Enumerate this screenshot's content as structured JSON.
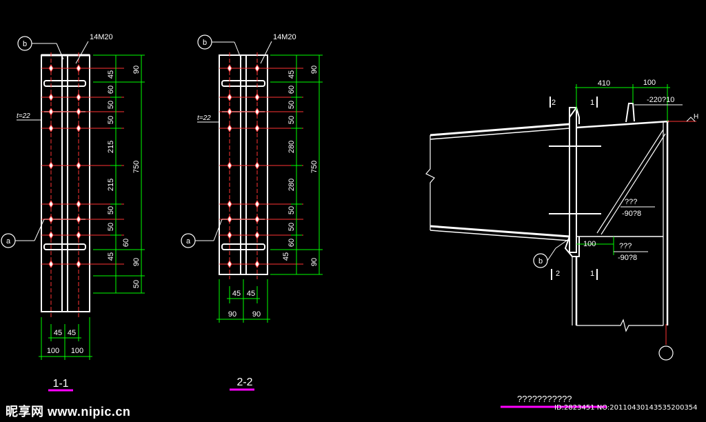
{
  "section_1": {
    "title": "1-1",
    "bolt_label": "14M20",
    "thickness_label": "t=22",
    "callout_b": "b",
    "callout_a": "a",
    "vertical_dims_outer": [
      "90",
      "750",
      "90",
      "50"
    ],
    "vertical_dims_inner": [
      "45",
      "60",
      "50",
      "50",
      "215",
      "215",
      "50",
      "50",
      "60",
      "45"
    ],
    "horizontal_dims_inner": [
      "45",
      "45"
    ],
    "horizontal_dims_outer": [
      "100",
      "100"
    ]
  },
  "section_2": {
    "title": "2-2",
    "bolt_label": "14M20",
    "thickness_label": "t=22",
    "callout_b": "b",
    "callout_a": "a",
    "vertical_dims_outer": [
      "90",
      "750",
      "90"
    ],
    "vertical_dims_inner": [
      "45",
      "60",
      "50",
      "50",
      "280",
      "280",
      "50",
      "50",
      "60",
      "45"
    ],
    "horizontal_dims_inner": [
      "45",
      "45"
    ],
    "horizontal_dims_outer": [
      "90",
      "90"
    ]
  },
  "elevation": {
    "top_dims": [
      "410",
      "100"
    ],
    "plate_label": "-220?10",
    "level_label": "H",
    "section_marks": [
      "2",
      "1",
      "2",
      "1"
    ],
    "stiffener_label": "???",
    "stiffener_size": "-90?8",
    "stiffener2_label": "???",
    "stiffener2_size": "-90?8",
    "bottom_dim": "100",
    "callout_b": "b"
  },
  "footer": {
    "caption": "???????????",
    "watermark_cn": "昵享网",
    "watermark_url": "www.nipic.cn",
    "id_line": "ID:2823451 NO:20110430143535200354"
  },
  "colors": {
    "background": "#000000",
    "lines": "#ffffff",
    "dimensions": "#00ff00",
    "centerlines": "#ff0000",
    "bolts": "#ff3333",
    "title_underline": "#ff00ff"
  }
}
